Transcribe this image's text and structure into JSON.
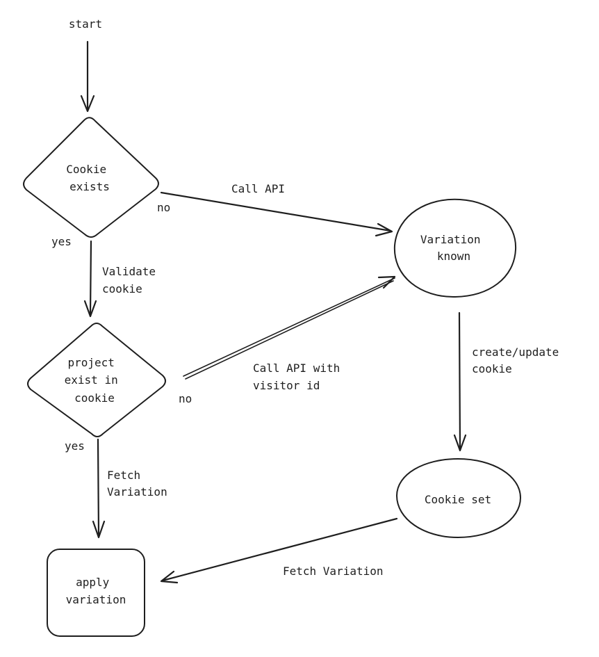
{
  "nodes": {
    "start": "start",
    "cookie_exists": [
      "Cookie",
      "exists"
    ],
    "variation_known": [
      "Variation",
      "known"
    ],
    "project_exist": [
      "project",
      "exist in",
      "cookie"
    ],
    "cookie_set": "Cookie set",
    "apply_variation": [
      "apply",
      "variation"
    ]
  },
  "edges": {
    "cookie_exists_no": "no",
    "cookie_exists_yes": "yes",
    "call_api": "Call API",
    "validate_cookie": [
      "Validate",
      "cookie"
    ],
    "project_no": "no",
    "project_yes": "yes",
    "call_api_visitor": [
      "Call API with",
      "visitor id"
    ],
    "create_update_cookie": [
      "create/update",
      "cookie"
    ],
    "fetch_variation_left": [
      "Fetch",
      "Variation"
    ],
    "fetch_variation_bottom": "Fetch Variation"
  }
}
